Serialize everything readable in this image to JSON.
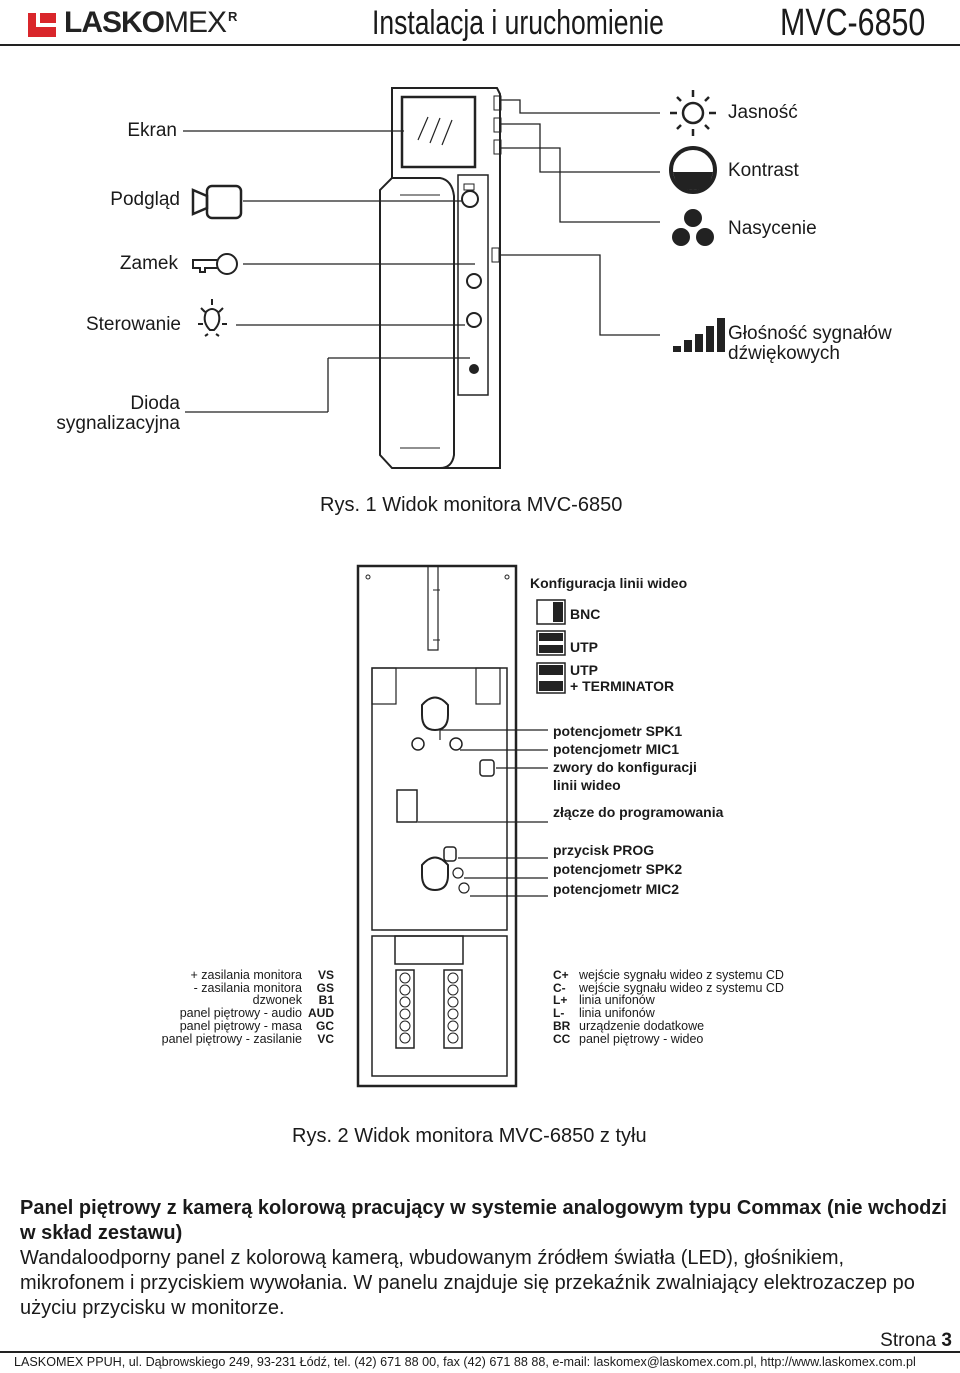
{
  "header": {
    "brand_bold": "LASKO",
    "brand_thin": "MEX",
    "brand_reg": "R",
    "title": "Instalacja i uruchomienie",
    "model": "MVC-6850"
  },
  "figure1": {
    "left_labels": [
      "Ekran",
      "Podgląd",
      "Zamek",
      "Sterowanie",
      "Dioda",
      "sygnalizacyjna"
    ],
    "right_labels": [
      "Jasność",
      "Kontrast",
      "Nasycenie",
      "Głośność sygnałów",
      "dźwiękowych"
    ],
    "icons": [
      "preview-camera-icon",
      "lock-key-icon",
      "control-bulb-icon",
      "brightness-sun-icon",
      "contrast-icon",
      "saturation-icon",
      "volume-bars-icon"
    ],
    "caption": "Rys. 1 Widok monitora MVC-6850"
  },
  "figure2": {
    "config_title": "Konfiguracja linii wideo",
    "config_options": [
      "BNC",
      "UTP",
      "UTP",
      "+ TERMINATOR"
    ],
    "right_labels_group1": [
      "potencjometr SPK1",
      "potencjometr MIC1",
      "zwory do konfiguracji",
      "linii wideo"
    ],
    "prog_connector": "złącze do programowania",
    "right_labels_group2": [
      "przycisk PROG",
      "potencjometr SPK2",
      "potencjometr MIC2"
    ],
    "left_terminals": [
      {
        "desc": "+ zasilania monitora",
        "code": "VS"
      },
      {
        "desc": "- zasilania monitora",
        "code": "GS"
      },
      {
        "desc": "dzwonek",
        "code": "B1"
      },
      {
        "desc": "panel piętrowy - audio",
        "code": "AUD"
      },
      {
        "desc": "panel piętrowy - masa",
        "code": "GC"
      },
      {
        "desc": "panel piętrowy - zasilanie",
        "code": "VC"
      }
    ],
    "right_terminals": [
      {
        "code": "C+",
        "desc": "wejście sygnału wideo z systemu CD"
      },
      {
        "code": "C-",
        "desc": "wejście sygnału wideo z systemu CD"
      },
      {
        "code": "L+",
        "desc": "linia unifonów"
      },
      {
        "code": "L-",
        "desc": "linia unifonów"
      },
      {
        "code": "BR",
        "desc": "urządzenie dodatkowe"
      },
      {
        "code": "CC",
        "desc": "panel piętrowy - wideo"
      }
    ],
    "caption": "Rys. 2 Widok monitora MVC-6850 z tyłu"
  },
  "body": {
    "heading": "Panel piętrowy z kamerą kolorową pracujący w systemie analogowym typu Commax (nie wchodzi w skład zestawu)",
    "text": "Wandaloodporny panel z kolorową kamerą, wbudowanym źródłem światła (LED), głośnikiem, mikrofonem i przyciskiem wywołania. W panelu znajduje się przekaźnik zwalniający elektrozaczep po użyciu przycisku w monitorze."
  },
  "page": {
    "label": "Strona",
    "number": "3"
  },
  "footer": {
    "text": "LASKOMEX PPUH, ul. Dąbrowskiego 249, 93-231 Łódź, tel. (42) 671 88 00, fax (42) 671 88 88, e-mail: laskomex@laskomex.com.pl, http://www.laskomex.com.pl"
  }
}
